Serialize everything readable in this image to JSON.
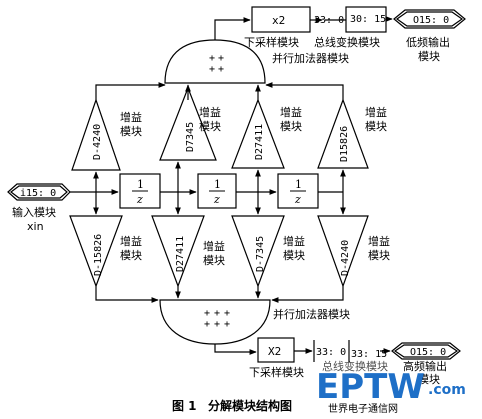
{
  "colors": {
    "line": "#000000",
    "watermark": "#1e6fc7",
    "background": "#ffffff"
  },
  "top": {
    "x2_label": "x2",
    "bus_left": "33: 0",
    "bus_right": "30: 15",
    "out_label": "O15: 0",
    "downsample_label": "下采样模块",
    "bus_convert_label": "总线变换模块",
    "out_caption_line1": "低频输出",
    "out_caption_line2": "模块",
    "adder_label": "并行加法器模块",
    "adder_signs": [
      "+",
      "+",
      "+",
      "+"
    ]
  },
  "input": {
    "port_label": "i15: 0",
    "caption": "输入模块",
    "xin": "xin"
  },
  "delays": [
    {
      "num": "1",
      "den": "z"
    },
    {
      "num": "1",
      "den": "z"
    },
    {
      "num": "1",
      "den": "z"
    }
  ],
  "upper_gains": [
    {
      "coef": "D-4240",
      "label_l1": "增益",
      "label_l2": "模块"
    },
    {
      "coef": "D7345",
      "label_l1": "增益",
      "label_l2": "模块"
    },
    {
      "coef": "D27411",
      "label_l1": "增益",
      "label_l2": "模块"
    },
    {
      "coef": "D15826",
      "label_l1": "增益",
      "label_l2": "模块"
    }
  ],
  "lower_gains": [
    {
      "coef": "D-15826",
      "label_l1": "增益",
      "label_l2": "模块"
    },
    {
      "coef": "D27411",
      "label_l1": "增益",
      "label_l2": "模块"
    },
    {
      "coef": "D-7345",
      "label_l1": "增益",
      "label_l2": "模块"
    },
    {
      "coef": "D-4240",
      "label_l1": "增益",
      "label_l2": "模块"
    }
  ],
  "bottom": {
    "adder_label": "并行加法器模块",
    "adder_signs": [
      "+",
      "+",
      "+",
      "+",
      "+",
      "+"
    ],
    "x2_label": "X2",
    "bus_left": "33: 0",
    "bus_right": "33: 15",
    "out_label": "O15: 0",
    "out_caption_line1": "高频输出",
    "out_caption_line2": "模块",
    "downsample_label": "下采样模块",
    "bus_convert_label": "总线变换模块"
  },
  "caption": {
    "fig": "图 1",
    "title": "分解模块结构图"
  },
  "watermark": {
    "brand": "EPTW",
    "dotcom": ".com",
    "site": "世界电子通信网"
  }
}
